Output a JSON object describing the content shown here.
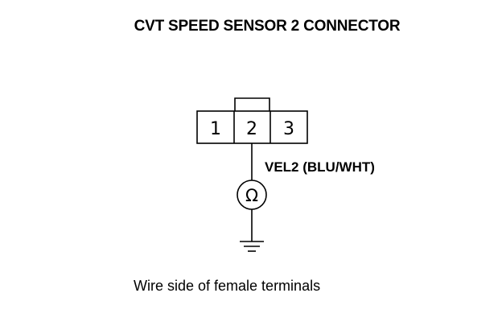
{
  "title": "CVT SPEED SENSOR 2 CONNECTOR",
  "connector": {
    "terminals": [
      "1",
      "2",
      "3"
    ]
  },
  "wire": {
    "label": "VEL2 (BLU/WHT)"
  },
  "meter": {
    "symbol": "Ω",
    "icon": "ohmmeter-icon"
  },
  "ground": {
    "icon": "ground-icon"
  },
  "caption": "Wire side of female terminals"
}
